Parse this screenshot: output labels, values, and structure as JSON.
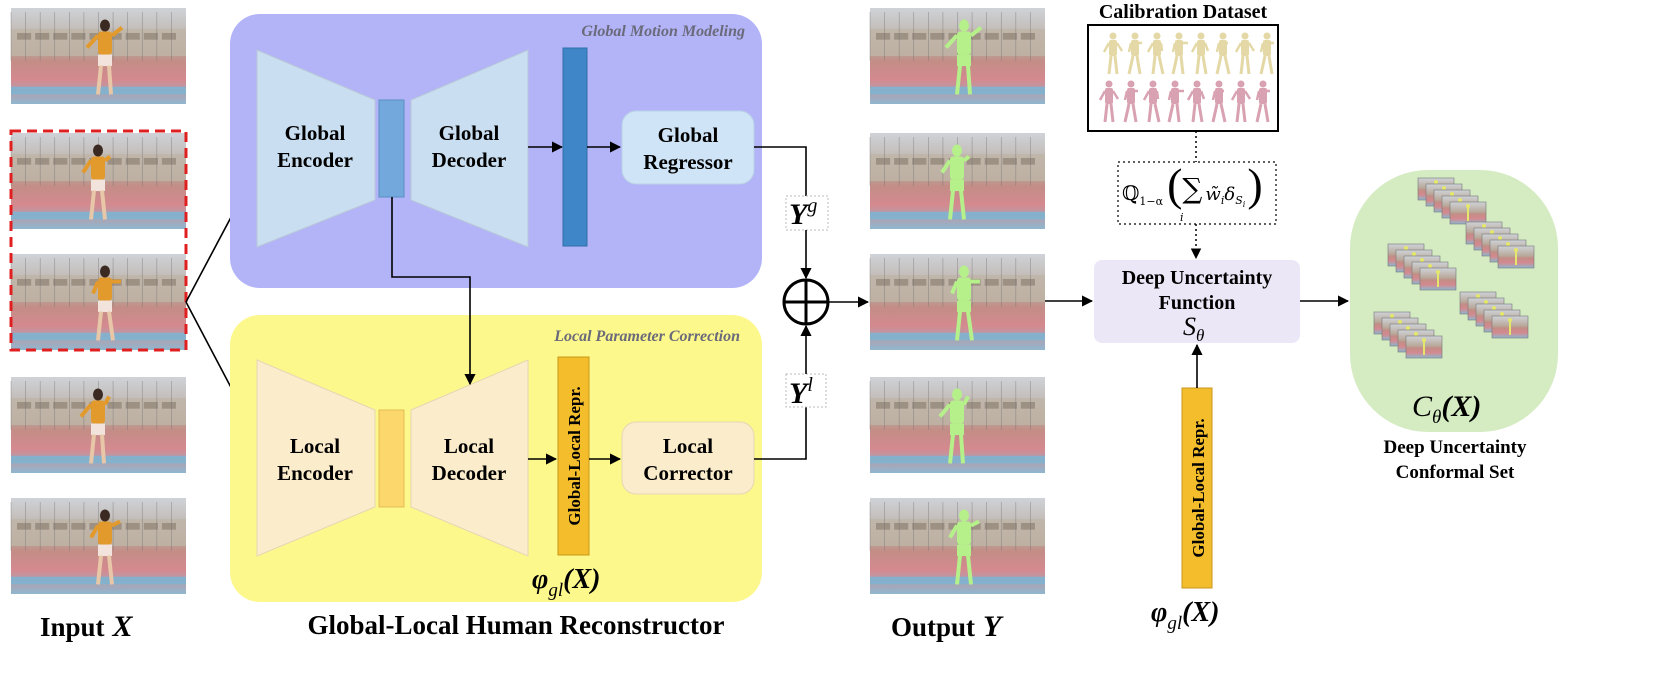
{
  "input": {
    "label": "Input",
    "symbol": "X",
    "frame_count": 5,
    "selected_frames": [
      1,
      2
    ]
  },
  "output": {
    "label": "Output",
    "symbol": "Y",
    "frame_count": 5
  },
  "reconstructor": {
    "title": "Global-Local Human Reconstructor",
    "global_panel": {
      "title": "Global Motion Modeling",
      "encoder": "Global\nEncoder",
      "decoder": "Global\nDecoder",
      "regressor": "Global\nRegressor",
      "output_symbol": "Y",
      "output_sup": "g",
      "color": "#b3b4f8"
    },
    "local_panel": {
      "title": "Local Parameter Correction",
      "encoder": "Local\nEncoder",
      "decoder": "Local\nDecoder",
      "corrector": "Local\nCorrector",
      "repr_label": "Global-Local Repr.",
      "phi": "φ",
      "phi_sub": "gl",
      "phi_arg": "(X)",
      "output_symbol": "Y",
      "output_sup": "l",
      "color": "#fdf88c"
    }
  },
  "calibration": {
    "title": "Calibration Dataset",
    "quantile": "ℚ",
    "quantile_sub": "1−α",
    "sum_expr": "∑",
    "sum_index": "i",
    "weight": "w̃",
    "weight_sub": "i",
    "delta": "δ",
    "delta_sub": "S",
    "delta_sub_sub": "i"
  },
  "uncertainty": {
    "title": "Deep Uncertainty\nFunction",
    "symbol": "S",
    "symbol_sub": "θ",
    "repr_label": "Global-Local Repr.",
    "phi": "φ",
    "phi_sub": "gl",
    "phi_arg": "(X)"
  },
  "conformal": {
    "symbol": "C",
    "symbol_sub": "θ",
    "symbol_arg": "(X)",
    "caption": "Deep Uncertainty\nConformal Set"
  },
  "colors": {
    "encoder_fill": "#c9def0",
    "global_latent": "#72a8dc",
    "global_bar": "#3f86c8",
    "local_fill": "#fbeccc",
    "local_latent": "#fbd76c",
    "repr_bar": "#f3bd2c",
    "box_fill_global": "#cfe4f6",
    "uncertainty_fill": "#ebe7f6",
    "conformal_fill": "#d5ebc2",
    "selected_border": "#e02020",
    "body_overlay": "#b5f08a"
  }
}
